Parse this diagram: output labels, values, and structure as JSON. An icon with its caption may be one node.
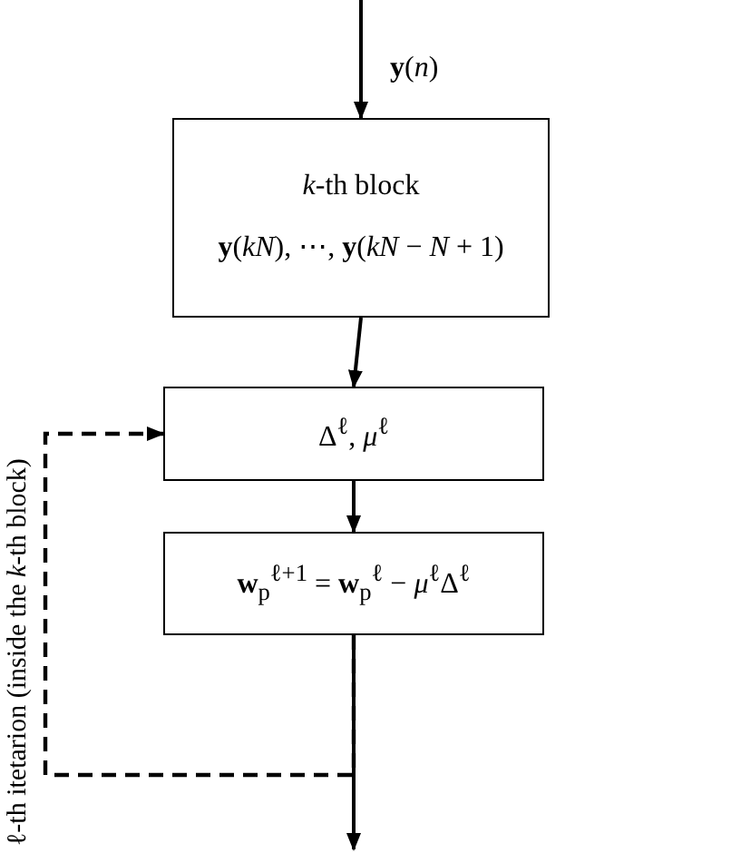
{
  "diagram": {
    "nodes": [
      {
        "text": [
          "*k*-th block",
          "**y**(*kN*), ⋯, **y**(*kN* − *N* + 1)"
        ]
      },
      {
        "text": [
          "Δ$^{ℓ}$, *μ*$^{ℓ}$"
        ]
      },
      {
        "text": [
          "**w**$_{p}$$^{ℓ+1}$ = **w**$_{p}$$^{ℓ}$ − *μ*$^{ℓ}$Δ$^{ℓ}$"
        ]
      }
    ],
    "edges": [
      {
        "from": null,
        "to": 0,
        "arrow": "to",
        "label": "**y**(*n*)"
      },
      {
        "from": 0,
        "to": 1,
        "arrow": "to"
      },
      {
        "from": 1,
        "to": 2,
        "arrow": "to"
      },
      {
        "from": 2,
        "to": null,
        "arrow": "to"
      },
      {
        "from": 2,
        "to": 1,
        "arrow": "to",
        "style": "dashed"
      }
    ],
    "labels": [
      "ℓ-th itetarion (inside the *k*-th block)"
    ]
  }
}
